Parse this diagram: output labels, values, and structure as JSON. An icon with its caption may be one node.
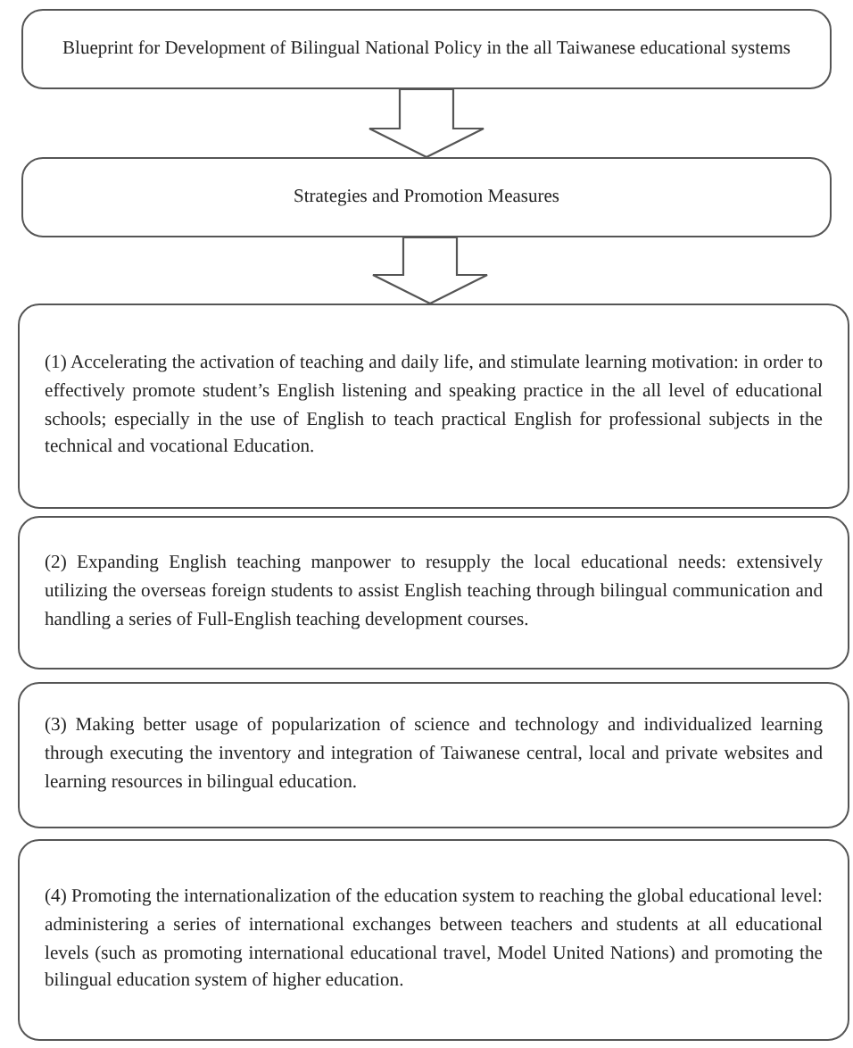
{
  "diagram": {
    "nodes": [
      {
        "text": [
          "Blueprint for Development of Bilingual National Policy in the all Taiwanese educational systems"
        ]
      },
      {
        "text": [
          "Strategies and Promotion Measures"
        ]
      },
      {
        "text": [
          "(1) Accelerating the activation of teaching and daily life, and stimulate learning motivation: in order to effectively promote student’s English listening and speaking practice in the all level of educational schools; especially in the use of English to teach practical English for professional subjects in the technical and vocational Education."
        ]
      },
      {
        "text": [
          "(2) Expanding English teaching manpower to resupply the local educational needs: extensively utilizing the overseas foreign students to assist English teaching through bilingual communication and handling a series of Full-English teaching development courses."
        ]
      },
      {
        "text": [
          "(3) Making better usage of popularization of science and technology and individualized learning through executing the inventory and integration of Taiwanese central, local and private websites and learning resources in bilingual education."
        ]
      },
      {
        "text": [
          "(4) Promoting the internationalization of the education system to reaching the global educational level: administering a series of international exchanges between teachers and students at all educational levels (such as promoting international educational travel, Model United Nations) and promoting the bilingual education system of higher education."
        ]
      }
    ],
    "edges": [
      {
        "from": 0,
        "to": 1,
        "arrow": "to"
      },
      {
        "from": 1,
        "to": 2,
        "arrow": "to"
      }
    ]
  }
}
